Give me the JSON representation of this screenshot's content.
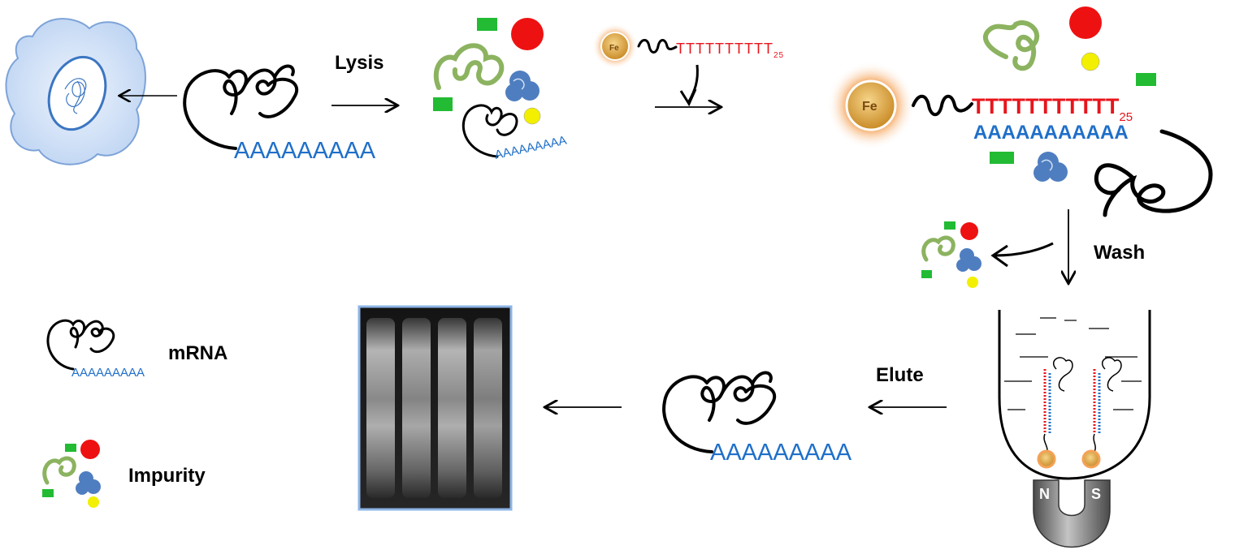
{
  "steps": {
    "lysis": "Lysis",
    "wash": "Wash",
    "elute": "Elute"
  },
  "sequences": {
    "polyA": "AAAAAAAAA",
    "polyA_bound": "AAAAAAAAAAA",
    "polyT_probe": "TTTTTTTTTT",
    "polyT_bound": "TTTTTTTTTTT",
    "polyT_subscript": "25",
    "bead_label": "Fe"
  },
  "magnet": {
    "north": "N",
    "south": "S"
  },
  "legend": {
    "mrna_label": "mRNA",
    "impurity_label": "Impurity"
  },
  "colors": {
    "polyA": "#1f6fc9",
    "polyT": "#e8141b",
    "cell": "#c9dcf5",
    "impurity_red": "#ee1111",
    "impurity_green": "#22bb33",
    "impurity_yellow": "#f2ef00",
    "protein_green": "#8cb360",
    "protein_blue": "#4f7ec0",
    "bead": "#e8a050"
  }
}
